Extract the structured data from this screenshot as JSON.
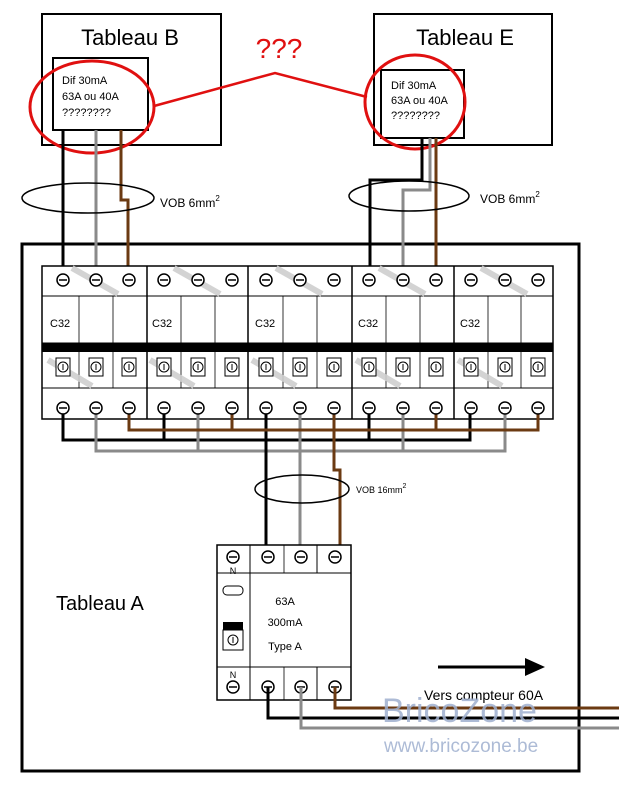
{
  "tableau_b": {
    "title": "Tableau B",
    "breaker_lines": [
      "Dif 30mA",
      "63A ou 40A",
      "????????"
    ]
  },
  "tableau_e": {
    "title": "Tableau E",
    "breaker_lines": [
      "Dif 30mA",
      "63A ou 40A",
      "????????"
    ]
  },
  "question": "???",
  "cable_b": {
    "label": "VOB 6mm",
    "sup": "2"
  },
  "cable_e": {
    "label": "VOB 6mm",
    "sup": "2"
  },
  "cable_main": {
    "label": "VOB 16mm",
    "sup": "2"
  },
  "breakers": [
    {
      "label": "C32"
    },
    {
      "label": "C32"
    },
    {
      "label": "C32"
    },
    {
      "label": "C32"
    },
    {
      "label": "C32"
    }
  ],
  "tableau_a": {
    "title": "Tableau A"
  },
  "main_breaker": {
    "n_top": "N",
    "n_bottom": "N",
    "line1": "63A",
    "line2": "300mA",
    "line3": "Type A"
  },
  "vers_compteur": "Vers compteur 60A",
  "watermark": {
    "brand": "BricoZone",
    "url": "www.bricozone.be"
  },
  "colors": {
    "brown": "#6b3a12",
    "grey": "#8a8a8a",
    "black": "#000000",
    "red": "#e01010"
  }
}
